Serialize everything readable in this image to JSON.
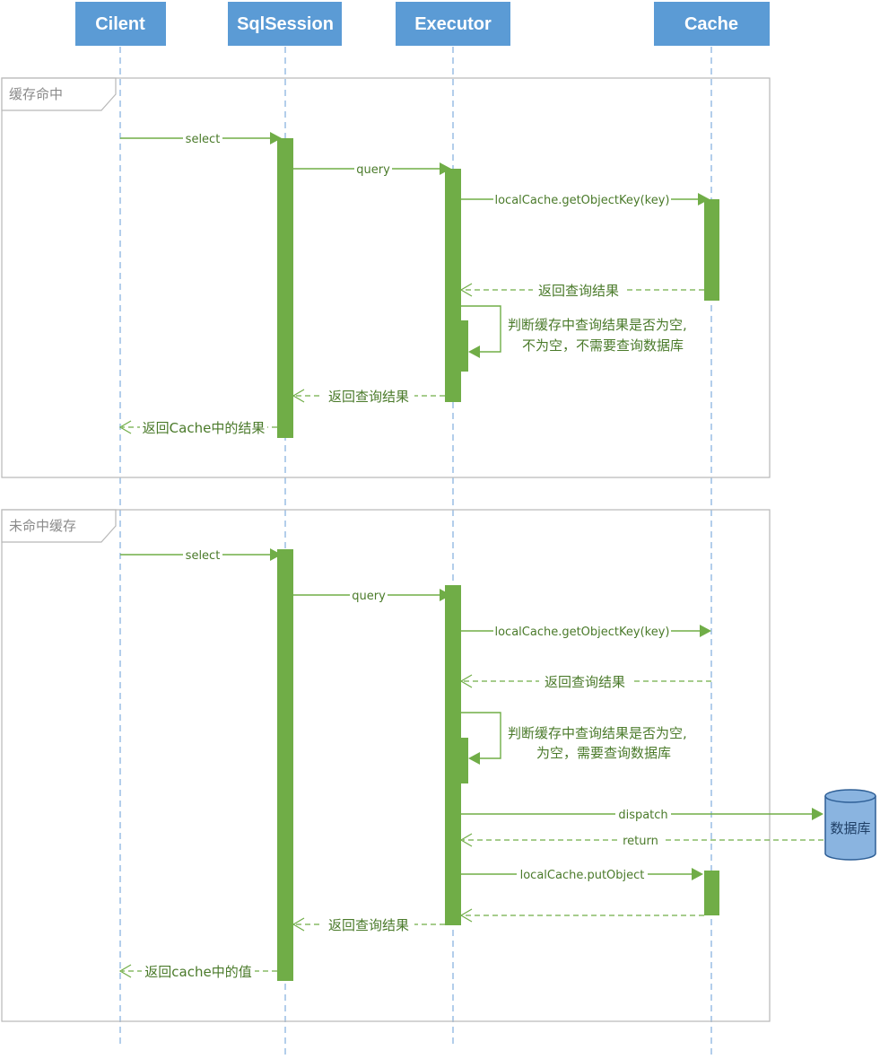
{
  "participants": {
    "client": "Cilent",
    "sqlsession": "SqlSession",
    "executor": "Executor",
    "cache": "Cache"
  },
  "frames": {
    "hit": {
      "label": "缓存命中"
    },
    "miss": {
      "label": "未命中缓存"
    }
  },
  "hit_messages": {
    "select": "select",
    "query": "query",
    "get_key": "localCache.getObjectKey(key)",
    "cache_return": "返回查询结果",
    "judge_line1": "判断缓存中查询结果是否为空,",
    "judge_line2": "不为空，不需要查询数据库",
    "executor_return": "返回查询结果",
    "session_return": "返回Cache中的结果"
  },
  "miss_messages": {
    "select": "select",
    "query": "query",
    "get_key": "localCache.getObjectKey(key)",
    "cache_return": "返回查询结果",
    "judge_line1": "判断缓存中查询结果是否为空,",
    "judge_line2": "为空，需要查询数据库",
    "dispatch": "dispatch",
    "return": "return",
    "put_object": "localCache.putObject",
    "executor_return": "返回查询结果",
    "session_return": "返回cache中的值"
  },
  "database": {
    "label": "数据库"
  },
  "colors": {
    "header": "#5b9bd5",
    "activation": "#70ad47",
    "lifeline": "#8ab4e0",
    "frame": "#b8b8b8"
  }
}
